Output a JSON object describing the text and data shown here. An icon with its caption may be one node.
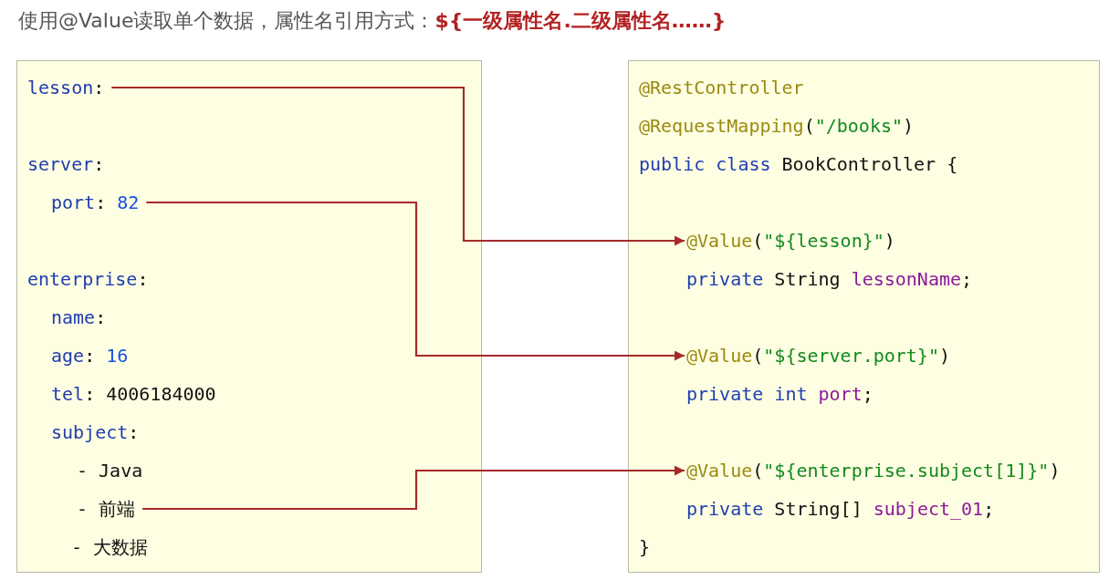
{
  "diagram": {
    "title": "使用@Value读取单个数据，属性名引用方式：**${一级属性名.二级属性名……}**",
    "nodes": [
      {
        "text": [],
        "shape": "box"
      },
      {
        "text": [
          "lesson:"
        ],
        "in": 0
      },
      {
        "text": [
          "port: 82"
        ],
        "in": 0
      },
      {
        "text": [
          "- 前端"
        ],
        "in": 0
      },
      {
        "text": [],
        "shape": "box"
      },
      {
        "text": [
          "@Value(\"${lesson}\")"
        ],
        "in": 4
      },
      {
        "text": [
          "@Value(\"${server.port}\")"
        ],
        "in": 4
      },
      {
        "text": [
          "@Value(\"${enterprise.subject[1]}\")"
        ],
        "in": 4
      }
    ],
    "edges": [
      {
        "from": 1,
        "to": 5,
        "arrow": "to"
      },
      {
        "from": 2,
        "to": 6,
        "arrow": "to"
      },
      {
        "from": 3,
        "to": 7,
        "arrow": "to"
      }
    ],
    "labels": [
      "server:",
      "enterprise:",
      "name:",
      "age: 16",
      "tel: 4006184000",
      "subject:",
      "- Java",
      "- 大数据",
      "@RestController",
      "@RequestMapping(\"/books\")",
      "public class BookController {",
      "private String lessonName;",
      "private int port;",
      "private String[] subject_01;",
      "}"
    ]
  }
}
